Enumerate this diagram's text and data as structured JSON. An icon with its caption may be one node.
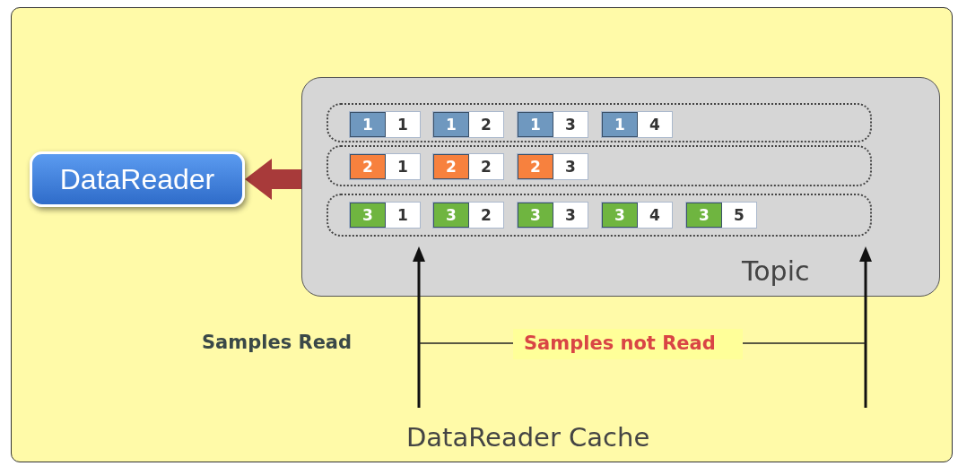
{
  "diagram": {
    "nodes": [
      {
        "text": [
          "DataReader Cache"
        ]
      },
      {
        "text": [
          "DataReader"
        ],
        "in": 0
      },
      {
        "text": [
          "Topic"
        ],
        "in": 0
      },
      {
        "text": [],
        "shape": "box",
        "in": 2
      },
      {
        "text": [
          "1",
          "1"
        ],
        "in": 3
      },
      {
        "text": [
          "1",
          "2"
        ],
        "in": 3
      },
      {
        "text": [
          "1",
          "3"
        ],
        "in": 3
      },
      {
        "text": [
          "1",
          "4"
        ],
        "in": 3
      },
      {
        "text": [],
        "shape": "box",
        "in": 2
      },
      {
        "text": [
          "2",
          "1"
        ],
        "in": 8
      },
      {
        "text": [
          "2",
          "2"
        ],
        "in": 8
      },
      {
        "text": [
          "2",
          "3"
        ],
        "in": 8
      },
      {
        "text": [],
        "shape": "box",
        "in": 2
      },
      {
        "text": [
          "3",
          "1"
        ],
        "in": 12
      },
      {
        "text": [
          "3",
          "2"
        ],
        "in": 12
      },
      {
        "text": [
          "3",
          "3"
        ],
        "in": 12
      },
      {
        "text": [
          "3",
          "4"
        ],
        "in": 12
      },
      {
        "text": [
          "3",
          "5"
        ],
        "in": 12
      }
    ],
    "edges": [
      {
        "from": 2,
        "to": 1,
        "arrow": "to",
        "color": "#a83a3a"
      }
    ],
    "labels": [
      "Samples Read",
      "Samples not Read"
    ]
  }
}
